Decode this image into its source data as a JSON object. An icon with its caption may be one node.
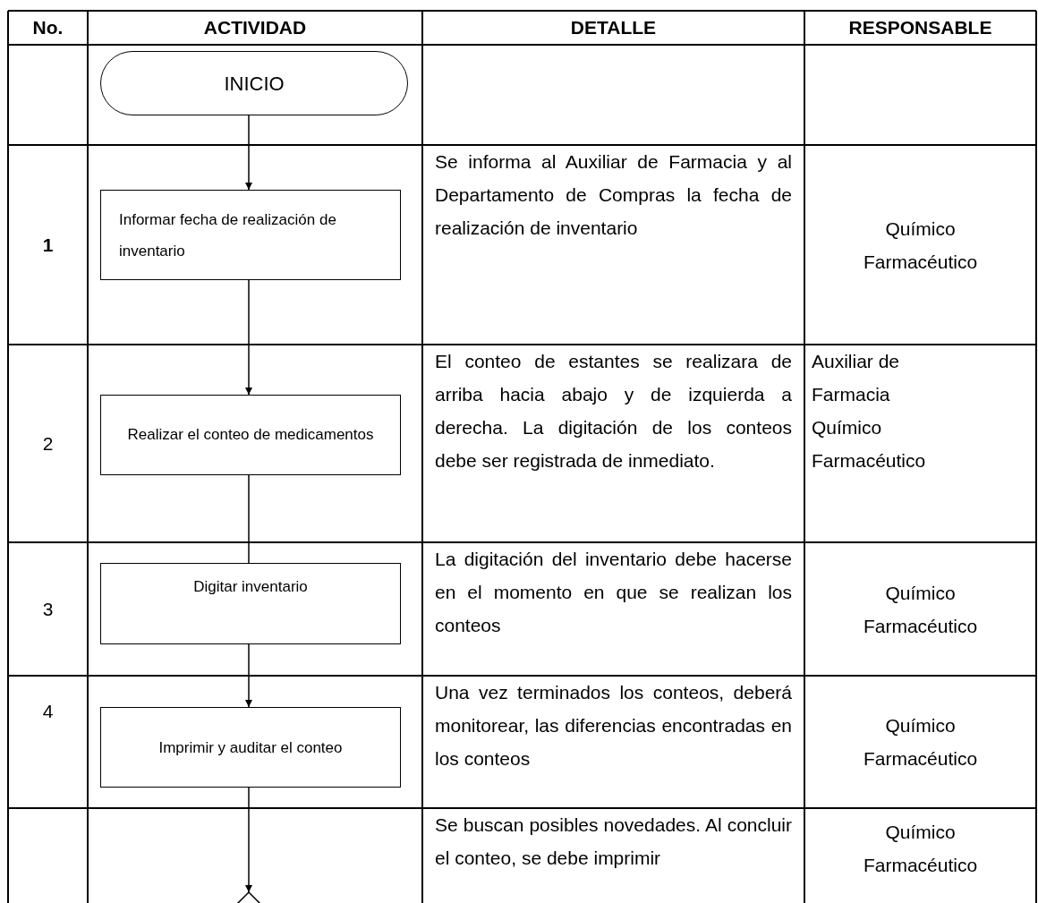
{
  "diagram": {
    "nodes": [
      {
        "text": [
          "INICIO"
        ]
      },
      {
        "text": [
          "Informar fecha de realización de inventario"
        ]
      },
      {
        "text": [
          "Realizar el conteo de medicamentos"
        ]
      },
      {
        "text": [
          "Digitar inventario"
        ]
      },
      {
        "text": [
          "Imprimir y auditar el conteo"
        ]
      },
      {
        "text": [],
        "shape": "diamond"
      }
    ],
    "edges": [
      {
        "from": 0,
        "to": 1,
        "arrow": "to"
      },
      {
        "from": 1,
        "to": 2,
        "arrow": "to"
      },
      {
        "from": 2,
        "to": 3,
        "arrow": "none"
      },
      {
        "from": 3,
        "to": 4,
        "arrow": "to"
      },
      {
        "from": 4,
        "to": 5,
        "arrow": "to"
      }
    ],
    "labels": [
      "No.",
      "ACTIVIDAD",
      "DETALLE",
      "RESPONSABLE",
      "1",
      "Se informa al Auxiliar de Farmacia y al Departamento de Compras la fecha de realización de inventario",
      "Químico Farmacéutico",
      "2",
      "El conteo de estantes se realizara de arriba hacia abajo y de izquierda a derecha. La digitación de los conteos debe ser registrada de inmediato.",
      "Auxiliar de Farmacia Químico Farmacéutico",
      "3",
      "La digitación del inventario debe hacerse en el momento en que se realizan los conteos",
      "Químico Farmacéutico",
      "4",
      "Una vez terminados los conteos, deberá monitorear, las diferencias encontradas en los conteos",
      "Químico Farmacéutico",
      "Se buscan posibles novedades. Al concluir el conteo, se debe imprimir",
      "Químico Farmacéutico"
    ]
  }
}
